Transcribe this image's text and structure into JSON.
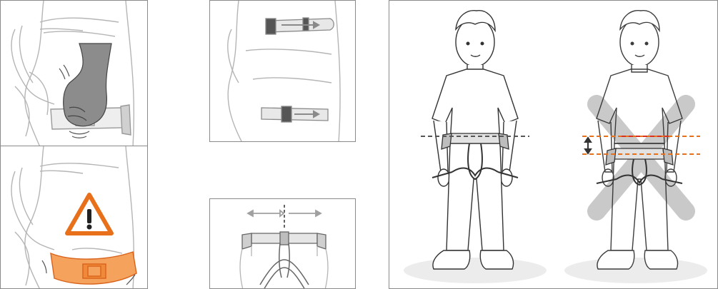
{
  "colors": {
    "line": "#9a9a9a",
    "dark_line": "#3a3a3a",
    "hand": "#7a7a7a",
    "warning": "#e8701a",
    "orange_fill": "#f5a25d",
    "red_dash": "#d9301f",
    "dash_orange": "#e8701a",
    "dash_dark": "#555555",
    "cross": "#c9c9c9",
    "shadow": "#ececec"
  },
  "panels": [
    {
      "id": "a",
      "icon": "hand-tighten-waist-buckle"
    },
    {
      "id": "b",
      "icon": "warning-loose-waist-belt",
      "warning_icon": "warning-triangle-icon"
    },
    {
      "id": "c",
      "icon": "adjust-belt-straps-arrows"
    },
    {
      "id": "d",
      "icon": "center-harness-symmetry"
    },
    {
      "id": "e",
      "icon": "correct-vs-incorrect-fit-figures"
    }
  ]
}
